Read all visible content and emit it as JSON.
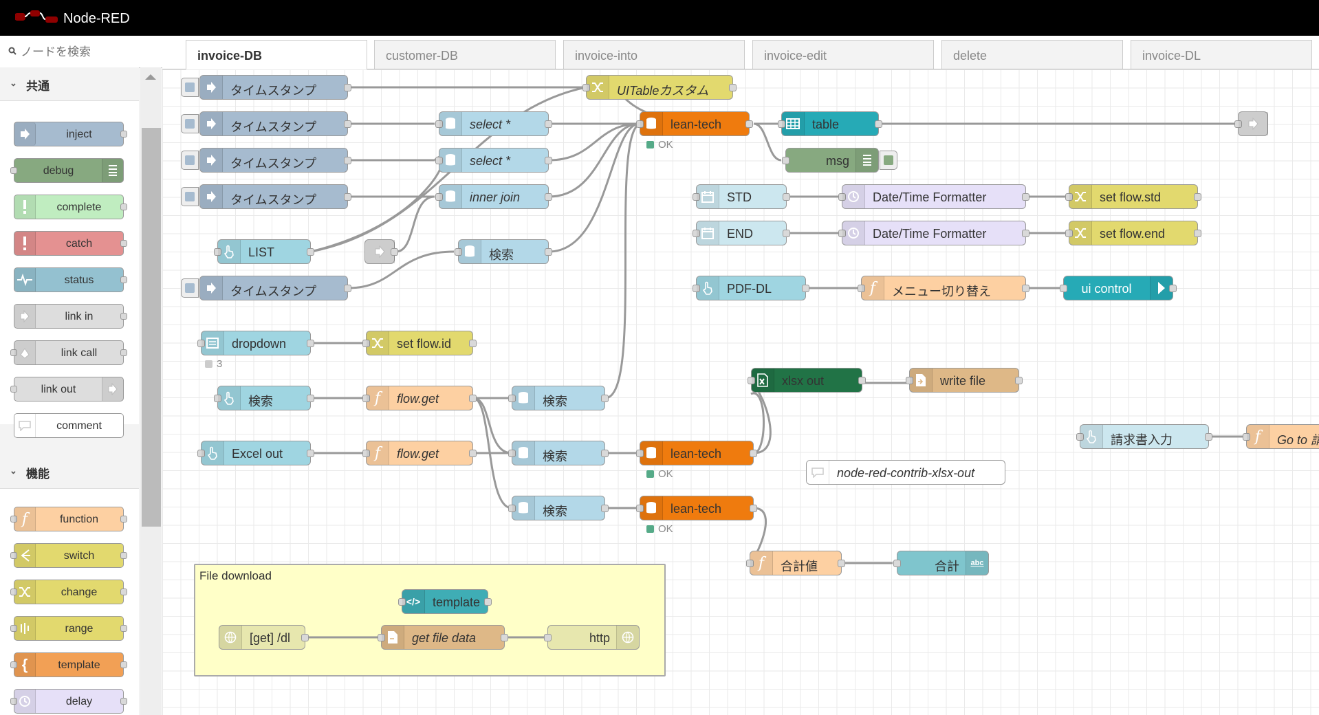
{
  "app": {
    "title": "Node-RED"
  },
  "palette": {
    "search_placeholder": "ノードを検索",
    "categories": [
      {
        "label": "共通",
        "nodes": [
          "inject",
          "debug",
          "complete",
          "catch",
          "status",
          "link in",
          "link call",
          "link out",
          "comment"
        ]
      },
      {
        "label": "機能",
        "nodes": [
          "function",
          "switch",
          "change",
          "range",
          "template",
          "delay"
        ]
      }
    ]
  },
  "tabs": [
    "invoice-DB",
    "customer-DB",
    "invoice-into",
    "invoice-edit",
    "delete",
    "invoice-DL"
  ],
  "flow": {
    "nodes": {
      "inj1": "タイムスタンプ",
      "inj2": "タイムスタンプ",
      "inj3": "タイムスタンプ",
      "inj4": "タイムスタンプ",
      "inj5": "タイムスタンプ",
      "list": "LIST",
      "select1": "select *",
      "select2": "select *",
      "innerjoin": "inner join",
      "search_db1": "検索",
      "uitable": "UITableカスタム",
      "lean1": "lean-tech",
      "table": "table",
      "msg": "msg",
      "std": "STD",
      "end": "END",
      "dtf1": "Date/Time Formatter",
      "dtf2": "Date/Time Formatter",
      "setstd": "set flow.std",
      "setend": "set flow.end",
      "pdfdl": "PDF-DL",
      "menu": "メニュー切り替え",
      "uicontrol": "ui control",
      "dropdown": "dropdown",
      "setid": "set flow.id",
      "search_btn": "検索",
      "flowget1": "flow.get",
      "search_db2": "検索",
      "excelout": "Excel out",
      "flowget2": "flow.get",
      "search_db3": "検索",
      "lean2": "lean-tech",
      "search_db4": "検索",
      "lean3": "lean-tech",
      "xlsxout": "xlsx out",
      "writefile": "write file",
      "comment": "node-red-contrib-xlsx-out",
      "sumval": "合計値",
      "sum": "合計",
      "invoice_input": "請求書入力",
      "goto": "Go to 請",
      "template": "template",
      "getdl": "[get] /dl",
      "getfile": "get file data",
      "http": "http"
    },
    "status": {
      "lean1": "OK",
      "lean2": "OK",
      "lean3": "OK",
      "dropdown": "3"
    },
    "group": {
      "label": "File download"
    }
  }
}
